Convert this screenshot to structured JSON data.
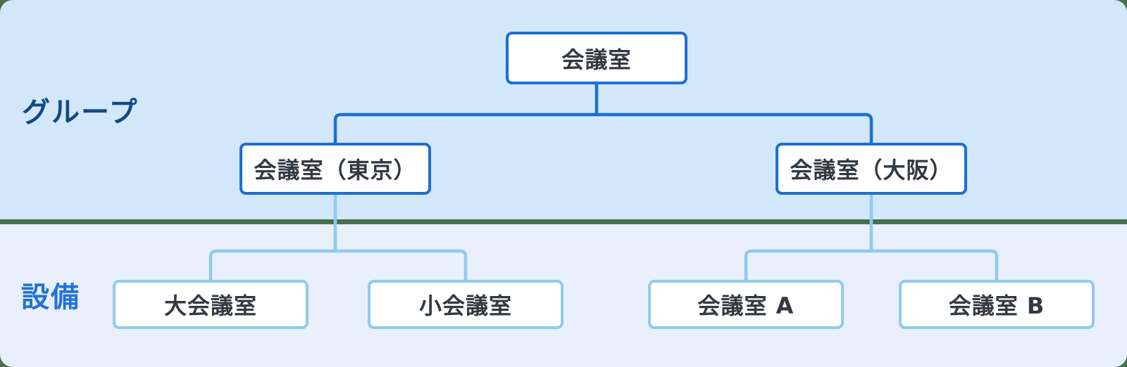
{
  "diagram": {
    "sections": [
      {
        "name": "group",
        "label": "グループ"
      },
      {
        "name": "facility",
        "label": "設備"
      }
    ],
    "nodes": {
      "root": {
        "label": "会議室"
      },
      "tokyo": {
        "label": "会議室（東京）"
      },
      "osaka": {
        "label": "会議室（大阪）"
      },
      "large": {
        "label": "大会議室"
      },
      "small": {
        "label": "小会議室"
      },
      "room_a": {
        "label": "会議室 A"
      },
      "room_b": {
        "label": "会議室 B"
      }
    },
    "colors": {
      "background": "#48704f",
      "group_band_bg": "#d2e7fa",
      "facility_band_bg": "#e9f0fb",
      "group_accent": "#1c6fd2",
      "facility_accent": "#8fcaf1",
      "group_label": "#114a85",
      "facility_label": "#2173d8",
      "node_text": "#333940"
    }
  }
}
